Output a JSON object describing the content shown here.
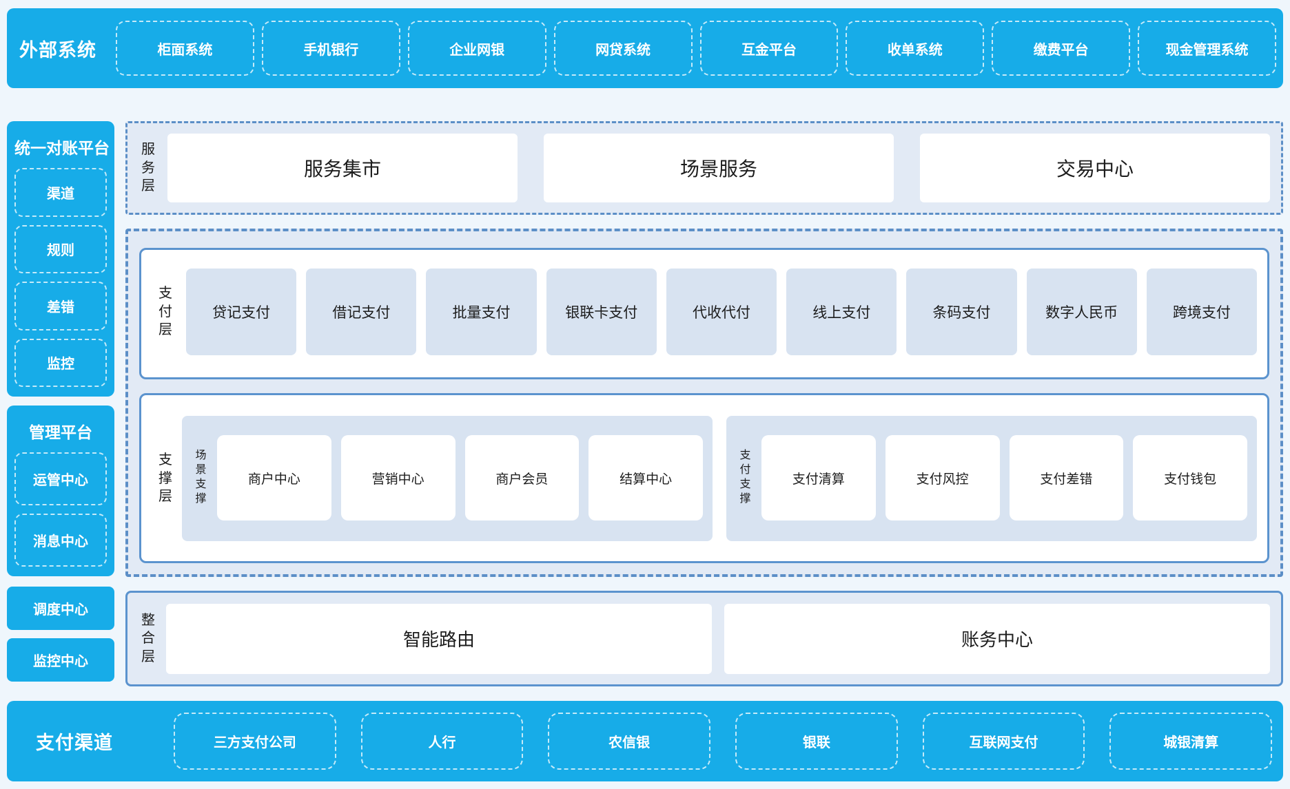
{
  "colors": {
    "primary_blue": "#17ACE8",
    "panel_bg": "#E2EAF5",
    "item_bg": "#D8E3F1",
    "solid_border": "#5B93CE",
    "dashed_border": "#5C8FC7",
    "page_bg": "#EFF6FC",
    "text_dark": "#1C1C1C"
  },
  "top_bar": {
    "title": "外部系统",
    "items": [
      "柜面系统",
      "手机银行",
      "企业网银",
      "网贷系统",
      "互金平台",
      "收单系统",
      "缴费平台",
      "现金管理系统"
    ]
  },
  "sidebar": {
    "reconciliation": {
      "title": "统一对账平台",
      "items": [
        "渠道",
        "规则",
        "差错",
        "监控"
      ]
    },
    "management": {
      "title": "管理平台",
      "items": [
        "运管中心",
        "消息中心"
      ]
    },
    "scheduling_center": "调度中心",
    "monitoring_center": "监控中心"
  },
  "service_layer": {
    "label": "服务层",
    "items": [
      "服务集市",
      "场景服务",
      "交易中心"
    ]
  },
  "payment_layer": {
    "label": "支付层",
    "items": [
      "贷记支付",
      "借记支付",
      "批量支付",
      "银联卡支付",
      "代收代付",
      "线上支付",
      "条码支付",
      "数字人民币",
      "跨境支付"
    ]
  },
  "support_layer": {
    "label": "支撑层",
    "groups": [
      {
        "label": "场景支撑",
        "items": [
          "商户中心",
          "营销中心",
          "商户会员",
          "结算中心"
        ]
      },
      {
        "label": "支付支撑",
        "items": [
          "支付清算",
          "支付风控",
          "支付差错",
          "支付钱包"
        ]
      }
    ]
  },
  "integration_layer": {
    "label": "整合层",
    "items": [
      "智能路由",
      "账务中心"
    ]
  },
  "bottom_bar": {
    "title": "支付渠道",
    "items": [
      "三方支付公司",
      "人行",
      "农信银",
      "银联",
      "互联网支付",
      "城银清算"
    ]
  }
}
